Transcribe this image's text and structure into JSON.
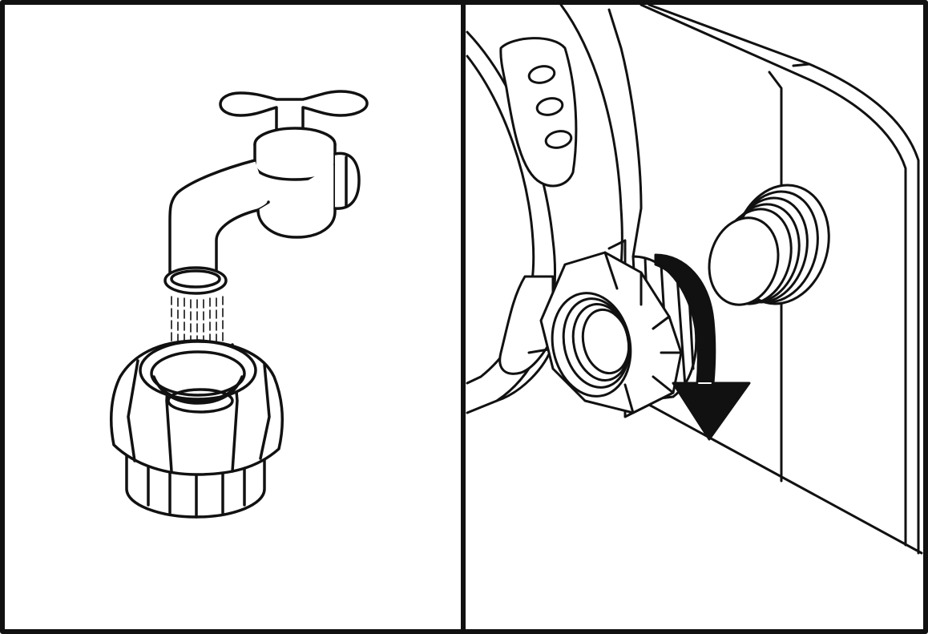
{
  "figure": {
    "panels": [
      {
        "id": "left",
        "depicts": "faucet-rinsing-hose-coupling"
      },
      {
        "id": "right",
        "depicts": "coupling-screwed-onto-inlet"
      }
    ],
    "colors": {
      "ink": "#111111",
      "paper": "#ffffff",
      "arrow": "#111111"
    },
    "icons": [
      "faucet-icon",
      "water-stream-icon",
      "hose-coupling-icon",
      "threaded-inlet-icon",
      "rotation-arrow-icon"
    ]
  }
}
